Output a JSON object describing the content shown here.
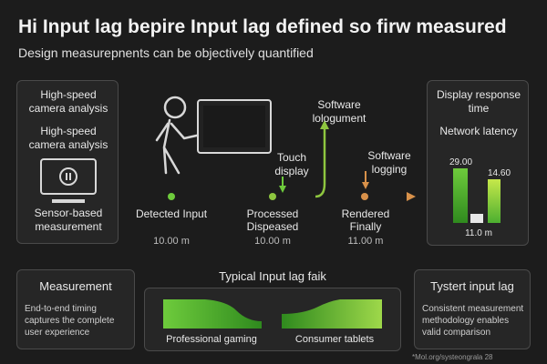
{
  "title": "Hi Input lag bepire Input lag defined so firw measured",
  "subtitle": "Design measurepnents can be objectively quantified",
  "left_panel": {
    "label_1": "High-speed camera analysis",
    "label_2": "High-speed camera analysis",
    "label_3": "Sensor-based measurement"
  },
  "right_panel": {
    "label_1": "Display response time",
    "label_2": "Network latency",
    "bar_labels": [
      "29.00",
      "11.0 m",
      "14.60"
    ]
  },
  "pipeline": {
    "software_top": "Software lologument",
    "touch_display": "Touch display",
    "software_logging": "Software logging",
    "stages": [
      {
        "label": "Detected Input",
        "time": "10.00 m"
      },
      {
        "label": "Processed Dispeased",
        "time": "10.00 m"
      },
      {
        "label": "Rendered Finally",
        "time": "11.00 m"
      }
    ]
  },
  "bottom_left": {
    "title": "Measurement",
    "body": "End-to-end timing captures the complete user experience"
  },
  "bottom_center": {
    "title": "Typical Input lag faik",
    "left_label": "Professional gaming",
    "right_label": "Consumer tablets"
  },
  "bottom_right": {
    "title": "Tystert input lag",
    "body": "Consistent measurement methodology enables valid comparison"
  },
  "footer": "*Mol.org/systeongrala 28",
  "colors": {
    "accent_green": "#6ecb3c",
    "accent_orange": "#d8914a",
    "panel_bg": "#262626"
  }
}
